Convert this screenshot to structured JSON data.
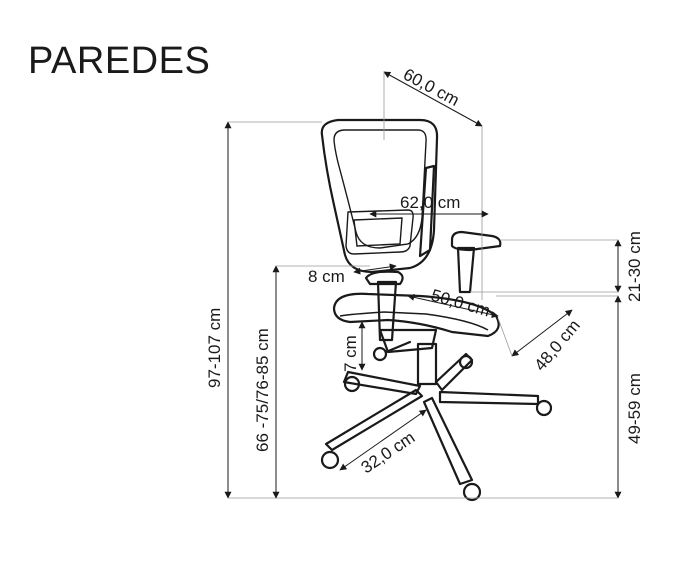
{
  "title": "PAREDES",
  "dimensions": {
    "depth_top": "60,0 cm",
    "total_height": "97-107 cm",
    "seat_height_range": "66 -75/76-85 cm",
    "armrest_width": "62,0 cm",
    "armrest_height": "21-30 cm",
    "arm_thickness": "8 cm",
    "seat_width": "50,0 cm",
    "seat_depth": "48,0 cm",
    "seat_floor_height": "49-59 cm",
    "seat_thickness": "7 cm",
    "base_radius": "32,0 cm"
  },
  "colors": {
    "line": "#1a1a1a",
    "guide": "#9a9a9a",
    "background": "#ffffff"
  }
}
